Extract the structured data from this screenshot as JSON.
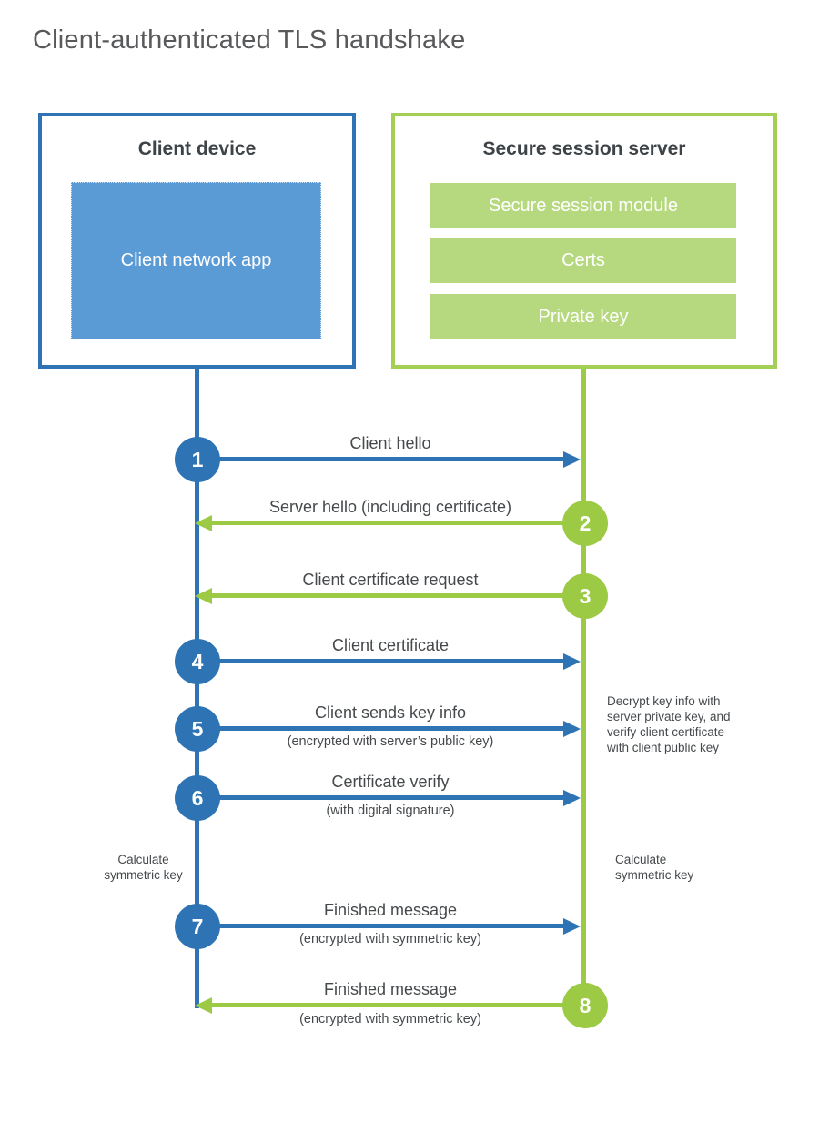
{
  "title": "Client-authenticated TLS handshake",
  "client": {
    "title": "Client device",
    "app": "Client network app"
  },
  "server": {
    "title": "Secure session server",
    "modules": [
      "Secure session module",
      "Certs",
      "Private key"
    ]
  },
  "steps": [
    {
      "num": "1",
      "label": "Client hello",
      "sub": "",
      "from": "client",
      "direction": "right"
    },
    {
      "num": "2",
      "label": "Server hello (including certificate)",
      "sub": "",
      "from": "server",
      "direction": "left"
    },
    {
      "num": "3",
      "label": "Client certificate request",
      "sub": "",
      "from": "server",
      "direction": "left"
    },
    {
      "num": "4",
      "label": "Client certificate",
      "sub": "",
      "from": "client",
      "direction": "right"
    },
    {
      "num": "5",
      "label": "Client sends key info",
      "sub": "(encrypted with server’s public key)",
      "from": "client",
      "direction": "right"
    },
    {
      "num": "6",
      "label": "Certificate verify",
      "sub": "(with digital signature)",
      "from": "client",
      "direction": "right"
    },
    {
      "num": "7",
      "label": "Finished message",
      "sub": "(encrypted with symmetric key)",
      "from": "client",
      "direction": "right"
    },
    {
      "num": "8",
      "label": "Finished message",
      "sub": "(encrypted with symmetric key)",
      "from": "server",
      "direction": "left"
    }
  ],
  "notes": {
    "decrypt": {
      "lines": [
        "Decrypt key info with",
        "server private key, and",
        "verify client certificate",
        "with client public key"
      ]
    },
    "calc_left": {
      "lines": [
        "Calculate",
        "symmetric key"
      ]
    },
    "calc_right": {
      "lines": [
        "Calculate",
        "symmetric key"
      ]
    }
  },
  "colors": {
    "blue_stroke": "#2e74b5",
    "blue_fill": "#5b9bd5",
    "green_stroke": "#9cca44",
    "green_border": "#a2cf54",
    "green_fill": "#b6d87f",
    "text_dark": "#45494b",
    "title_gray": "#58595b"
  }
}
